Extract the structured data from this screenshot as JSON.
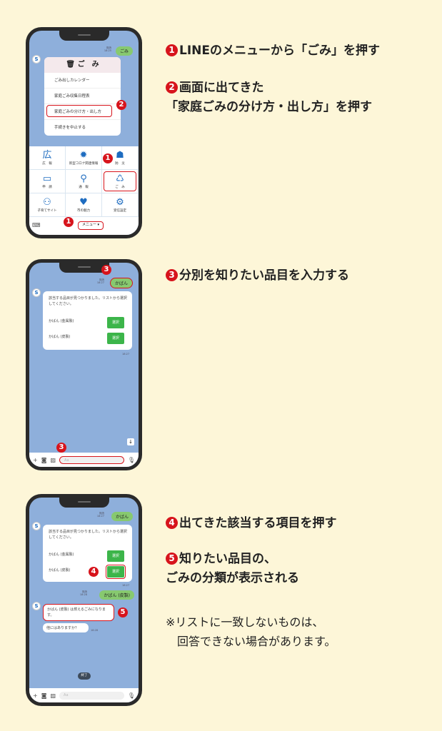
{
  "steps": {
    "s1": {
      "num": "1",
      "text": "LINEのメニューから「ごみ」を押す"
    },
    "s2": {
      "num": "2",
      "line1": "画面に出てきた",
      "line2": "「家庭ごみの分け方・出し方」を押す"
    },
    "s3": {
      "num": "3",
      "text": "分別を知りたい品目を入力する"
    },
    "s4": {
      "num": "4",
      "text": "出てきた該当する項目を押す"
    },
    "s5": {
      "num": "5",
      "line1": "知りたい品目の、",
      "line2": "ごみの分類が表示される"
    },
    "note_line1": "※リストに一致しないものは、",
    "note_line2": "　回答できない場合があります。"
  },
  "phone1": {
    "sent": "ごみ",
    "read": "既読",
    "time": "18:25",
    "menu_title": "ご　み",
    "menu_items": [
      "ごみ出しカレンダー",
      "家庭ごみ収集日程表",
      "家庭ごみの分け方・出し方",
      "手続きを中止する"
    ],
    "grid": [
      {
        "icon": "広",
        "label": "広　報"
      },
      {
        "icon": "✹",
        "label": "新型コロナ関連情報"
      },
      {
        "icon": "☗",
        "label": "防　災"
      },
      {
        "icon": "▭",
        "label": "申　請"
      },
      {
        "icon": "⚲",
        "label": "通　報"
      },
      {
        "icon": "♺",
        "label": "ご　み"
      },
      {
        "icon": "⚇",
        "label": "子育てサイト"
      },
      {
        "icon": "♥",
        "label": "市の魅力"
      },
      {
        "icon": "⚙",
        "label": "受信設定"
      }
    ],
    "menu_button": "メニュー ▾"
  },
  "phone2": {
    "sent": "かばん",
    "read": "既読",
    "time": "18:27",
    "reply": "該当する品目が見つかりました。リストから選択してください。",
    "options": [
      "かばん (金属製)",
      "かばん (皮製)"
    ],
    "select": "選択",
    "placeholder": "Aa"
  },
  "phone3": {
    "sent": "かばん",
    "sent2": "かばん (皮製)",
    "read": "既読",
    "time": "18:27",
    "time2": "18:28",
    "result": "かばん (皮製) は燃えるごみになります。",
    "followup": "他にはありますか？",
    "end": "終了",
    "placeholder": "Aa"
  },
  "colors": {
    "accent": "#d7141c",
    "line_green": "#3cb54a",
    "chat_bg": "#8eafdb",
    "page_bg": "#fdf6d8"
  }
}
